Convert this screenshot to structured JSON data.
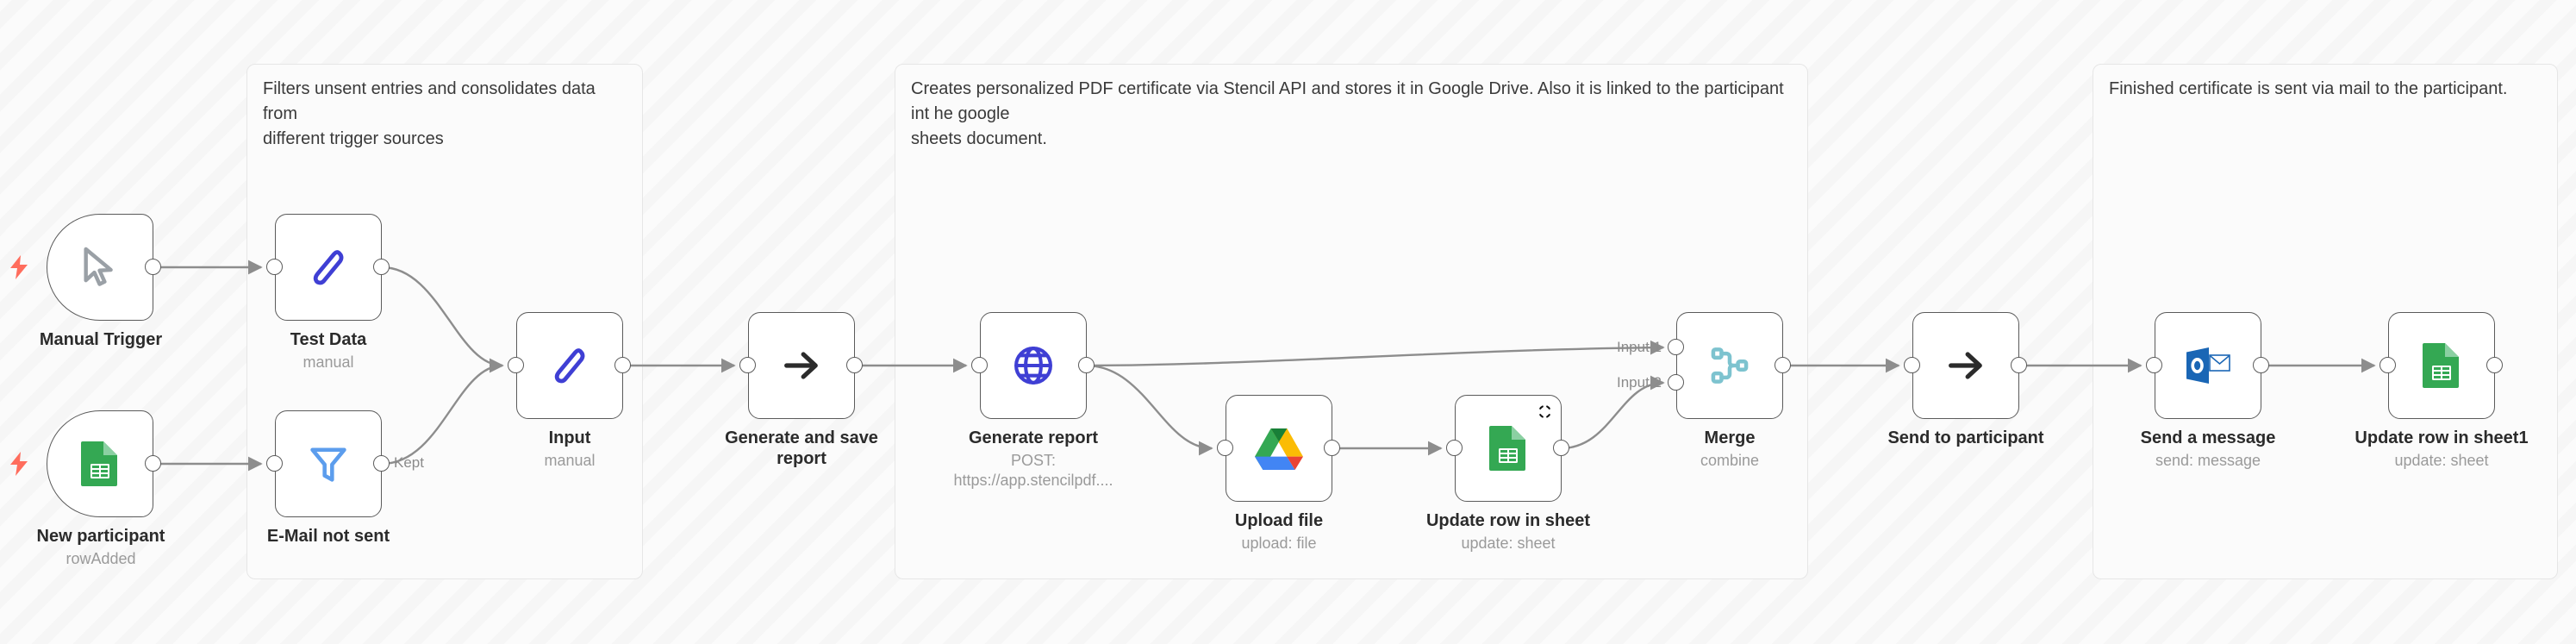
{
  "canvas": {
    "background_color": "#fafafa",
    "stripe_color": "#f4f4f4"
  },
  "groups": [
    {
      "id": "group-filter",
      "note": "Filters unsent entries and consolidates data from\ndifferent trigger sources"
    },
    {
      "id": "group-generate",
      "note": "Creates personalized PDF certificate via Stencil API and stores it in Google Drive. Also it is linked to the participant int he google\nsheets document."
    },
    {
      "id": "group-send",
      "note": "Finished certificate is sent via mail to the participant."
    }
  ],
  "nodes": [
    {
      "id": "manual-trigger",
      "title": "Manual Trigger",
      "subtitle": "",
      "icon": "cursor-icon",
      "kind": "trigger"
    },
    {
      "id": "new-participant",
      "title": "New participant",
      "subtitle": "rowAdded",
      "icon": "google-sheets-icon",
      "kind": "trigger"
    },
    {
      "id": "test-data",
      "title": "Test Data",
      "subtitle": "manual",
      "icon": "edit-fields-icon",
      "kind": "node"
    },
    {
      "id": "email-not-sent",
      "title": "E-Mail not sent",
      "subtitle": "",
      "icon": "filter-icon",
      "kind": "node"
    },
    {
      "id": "input",
      "title": "Input",
      "subtitle": "manual",
      "icon": "edit-fields-icon",
      "kind": "node"
    },
    {
      "id": "generate-save-report",
      "title": "Generate and save\nreport",
      "subtitle": "",
      "icon": "arrow-right-icon",
      "kind": "node"
    },
    {
      "id": "generate-report",
      "title": "Generate report",
      "subtitle": "POST: https://app.stencilpdf....",
      "icon": "globe-icon",
      "kind": "node"
    },
    {
      "id": "upload-file",
      "title": "Upload file",
      "subtitle": "upload: file",
      "icon": "google-drive-icon",
      "kind": "node"
    },
    {
      "id": "update-row-in-sheet",
      "title": "Update row in sheet",
      "subtitle": "update: sheet",
      "icon": "google-sheets-icon",
      "kind": "node",
      "badge": "pin-icon"
    },
    {
      "id": "merge",
      "title": "Merge",
      "subtitle": "combine",
      "icon": "merge-icon",
      "kind": "node"
    },
    {
      "id": "send-to-participant",
      "title": "Send to participant",
      "subtitle": "",
      "icon": "arrow-right-icon",
      "kind": "node"
    },
    {
      "id": "send-a-message",
      "title": "Send a message",
      "subtitle": "send: message",
      "icon": "outlook-icon",
      "kind": "node"
    },
    {
      "id": "update-row-in-sheet1",
      "title": "Update row in sheet1",
      "subtitle": "update: sheet",
      "icon": "google-sheets-icon",
      "kind": "node"
    }
  ],
  "edge_labels": {
    "kept": "Kept",
    "input_1": "Input 1",
    "input_2": "Input 2"
  },
  "colors": {
    "node_border": "#5b5b5b",
    "edge": "#909090",
    "trigger_bolt": "#ff6d5d",
    "accent_blue": "#3f3fd4",
    "filter_blue": "#5c9ded",
    "sheets_green": "#34a853",
    "merge_teal": "#7dc3cf",
    "outlook_blue": "#1a66b5",
    "text_primary": "#2b2b2b",
    "text_muted": "#9a9a9a"
  }
}
